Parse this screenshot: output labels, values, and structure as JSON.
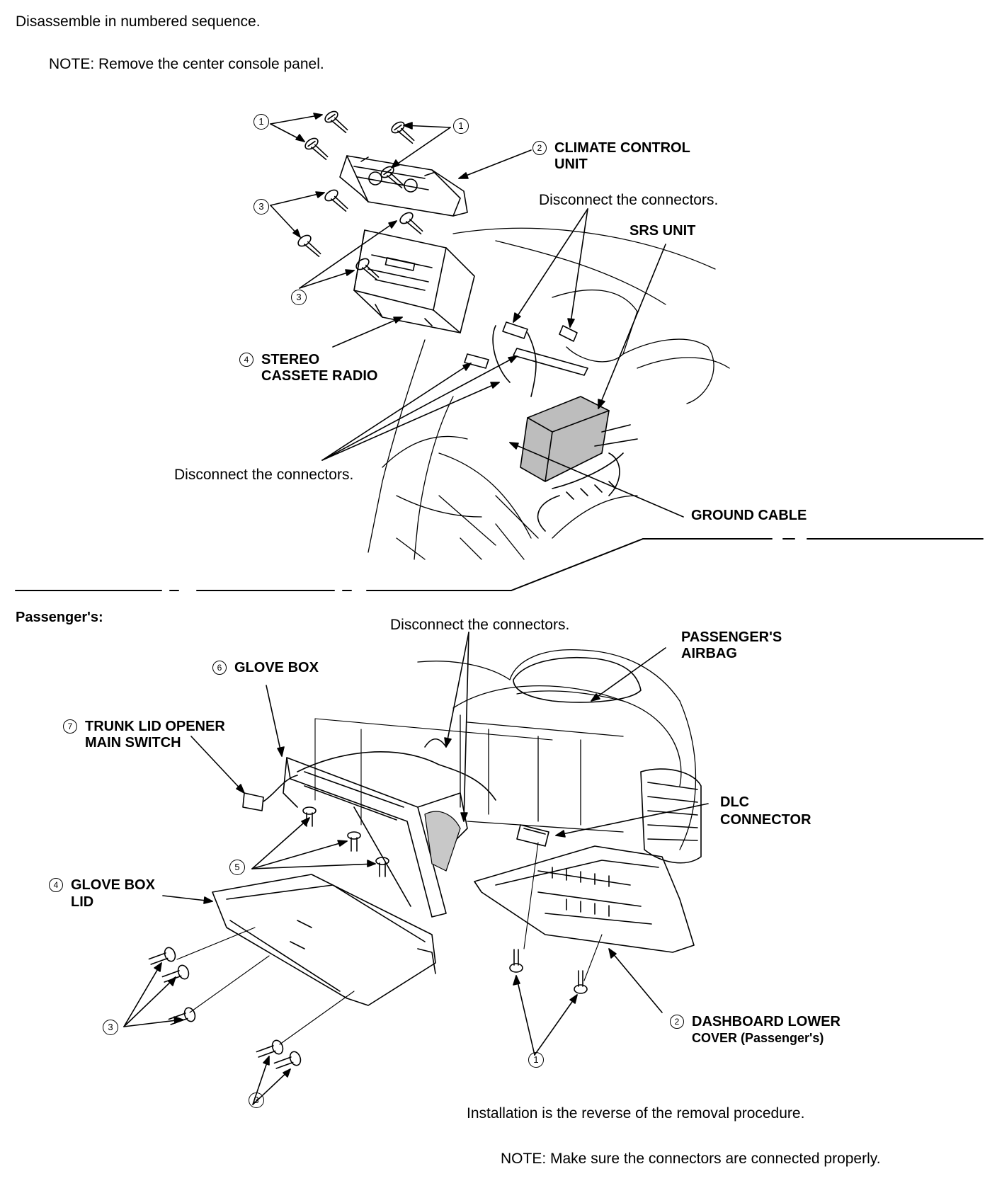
{
  "header": {
    "instruction": "Disassemble in numbered sequence.",
    "note": "NOTE:  Remove the center console panel."
  },
  "driver_side": {
    "callout_1a": "1",
    "callout_1b": "1",
    "callout_2_num": "2",
    "climate_line1": "CLIMATE CONTROL",
    "climate_line2": "UNIT",
    "disconnect_top": "Disconnect the connectors.",
    "srs_unit": "SRS UNIT",
    "callout_3a": "3",
    "callout_3b": "3",
    "callout_4_num": "4",
    "stereo_line1": "STEREO",
    "stereo_line2": "CASSETE RADIO",
    "disconnect_bottom": "Disconnect the connectors.",
    "ground_cable": "GROUND CABLE"
  },
  "passenger_side": {
    "heading": "Passenger's:",
    "disconnect": "Disconnect the connectors.",
    "airbag_line1": "PASSENGER'S",
    "airbag_line2": "AIRBAG",
    "glove_box_num": "6",
    "glove_box": "GLOVE BOX",
    "trunk_num": "7",
    "trunk_line1": "TRUNK LID OPENER",
    "trunk_line2": "MAIN SWITCH",
    "dlc_line1": "DLC",
    "dlc_line2": "CONNECTOR",
    "callout_5": "5",
    "lid_num": "4",
    "lid_line1": "GLOVE BOX",
    "lid_line2": "LID",
    "callout_3a": "3",
    "callout_3b": "3",
    "cover_num": "2",
    "cover_line1": "DASHBOARD LOWER",
    "cover_line2": "COVER (Passenger's)",
    "callout_1": "1"
  },
  "footer": {
    "installation": "Installation is the reverse of the removal procedure.",
    "note": "NOTE:  Make sure the connectors are connected properly."
  }
}
